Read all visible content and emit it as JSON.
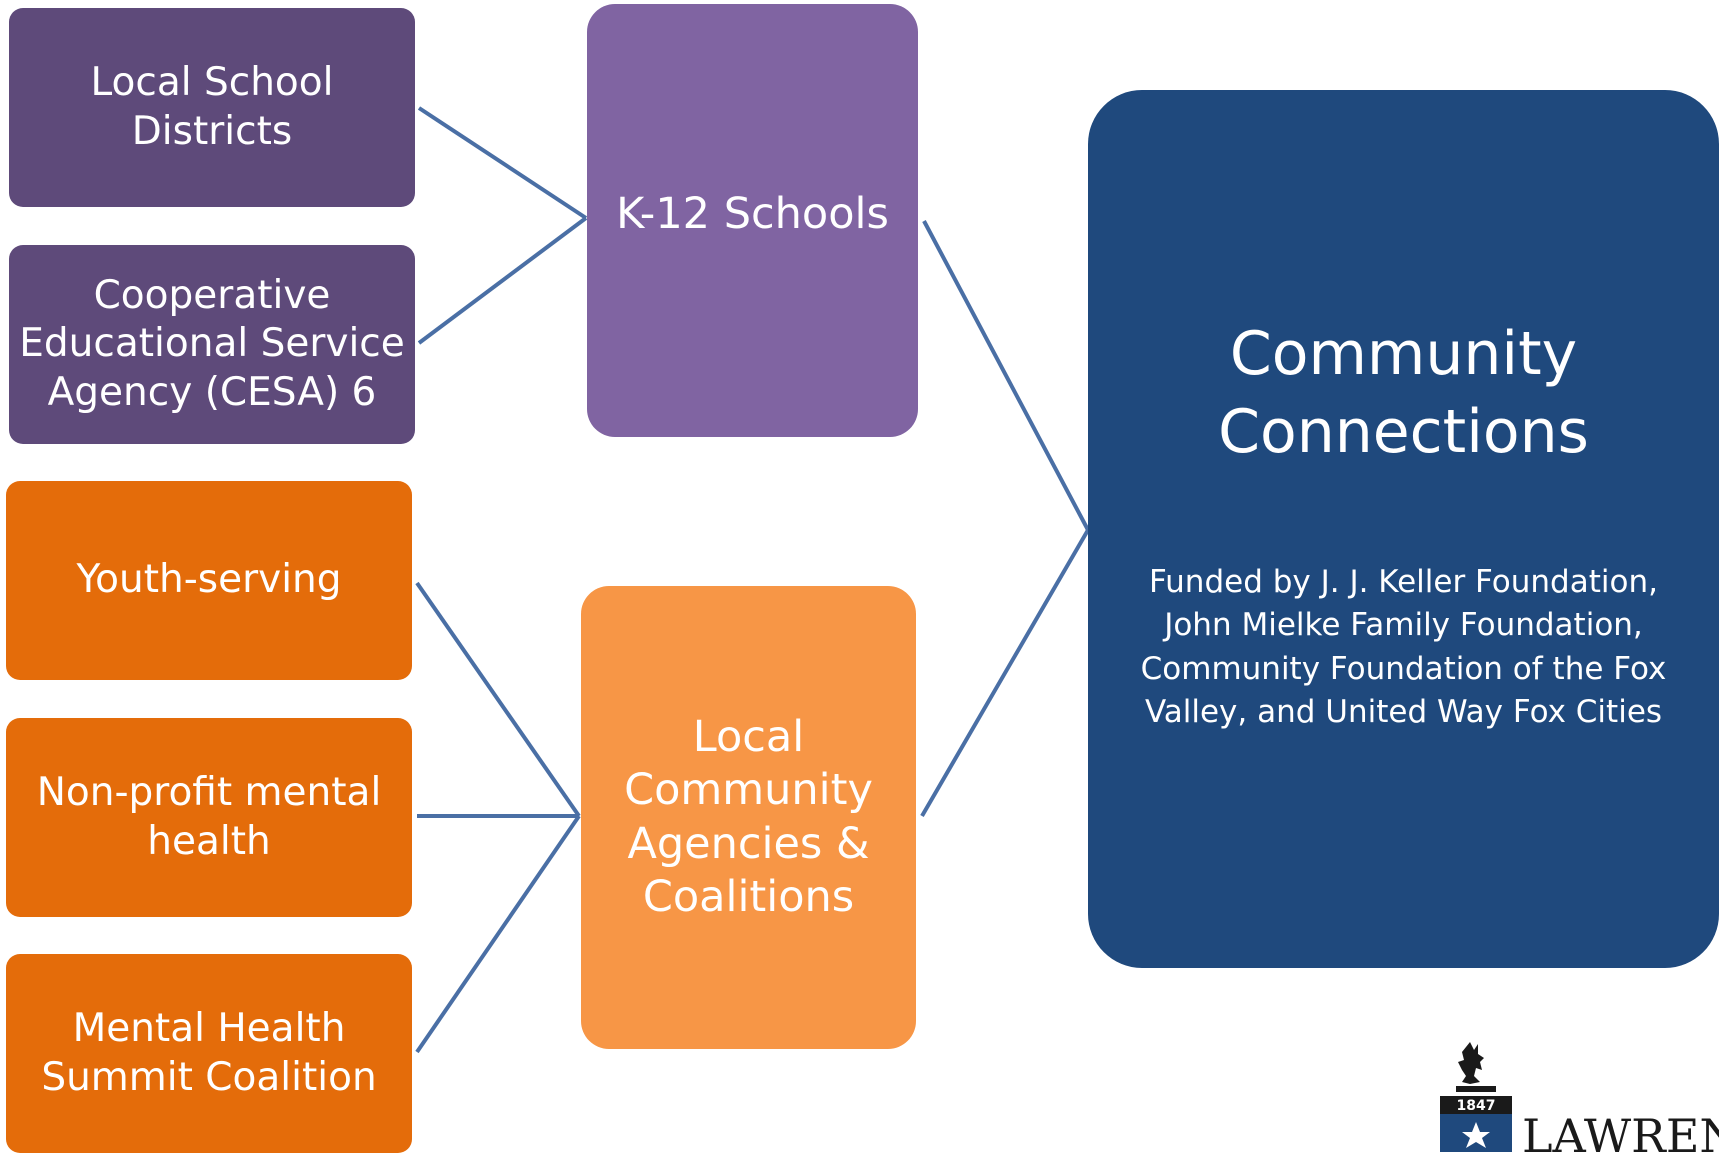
{
  "sources": {
    "school_districts": "Local School\nDistricts",
    "cesa": "Cooperative\nEducational Service\nAgency (CESA) 6",
    "youth_serving": "Youth-serving",
    "nonprofit": "Non-profit mental\nhealth",
    "coalition": "Mental Health\nSummit Coalition"
  },
  "groups": {
    "k12": "K-12 Schools",
    "agencies": "Local\nCommunity\nAgencies &\nCoalitions"
  },
  "target": {
    "title": "Community\nConnections",
    "funding": "Funded by J. J. Keller Foundation,\nJohn Mielke Family Foundation,\nCommunity Foundation of the Fox\nValley, and United Way Fox Cities"
  },
  "logo": {
    "year": "1847",
    "name": "LAWRENCE"
  },
  "colors": {
    "purple_dark": "#5e4a7a",
    "purple_light": "#8064a2",
    "orange_dark": "#e46c0a",
    "orange_light": "#f79646",
    "blue": "#1f497d",
    "connector": "#4a6fa5"
  }
}
